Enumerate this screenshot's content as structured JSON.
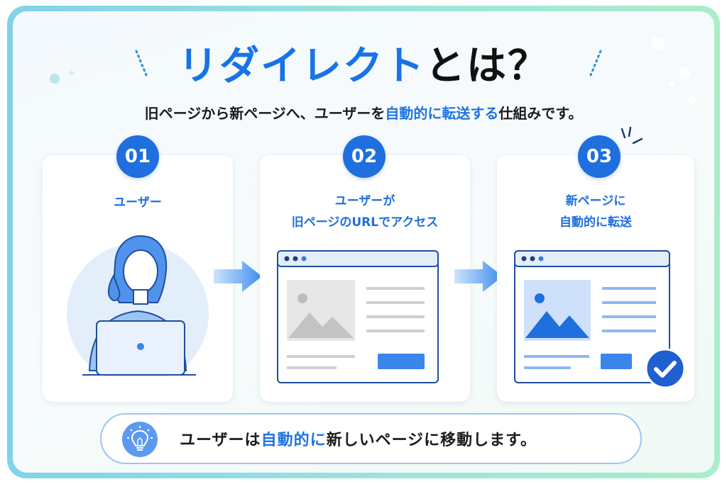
{
  "title": {
    "part1": "リダイレクト",
    "part2": "とは？"
  },
  "subtitle": {
    "part1": "旧ページから新ページへ、ユーザーを",
    "highlight": "自動的に転送する",
    "part2": "仕組みです。"
  },
  "steps": [
    {
      "number": "01",
      "label": "ユーザー"
    },
    {
      "number": "02",
      "label_line1": "ユーザーが",
      "label_line2": "旧ページのURLでアクセス"
    },
    {
      "number": "03",
      "label_line1": "新ページに",
      "label_line2": "自動的に転送"
    }
  ],
  "bottom": {
    "part1": "ユーザーは",
    "highlight": "自動的に",
    "part2": "新しいページに移動します。"
  },
  "colors": {
    "accent": "#1f6fde",
    "highlight_text": "#1f74e0",
    "old_page_gray": "#cfcfcf",
    "new_page_blue": "#2f7be8"
  },
  "icons": {
    "person": "person-at-laptop-icon",
    "old_page": "browser-window-gray-icon",
    "new_page": "browser-window-blue-icon",
    "check": "check-circle-icon",
    "arrow": "arrow-right-icon",
    "bulb": "light-bulb-icon"
  }
}
